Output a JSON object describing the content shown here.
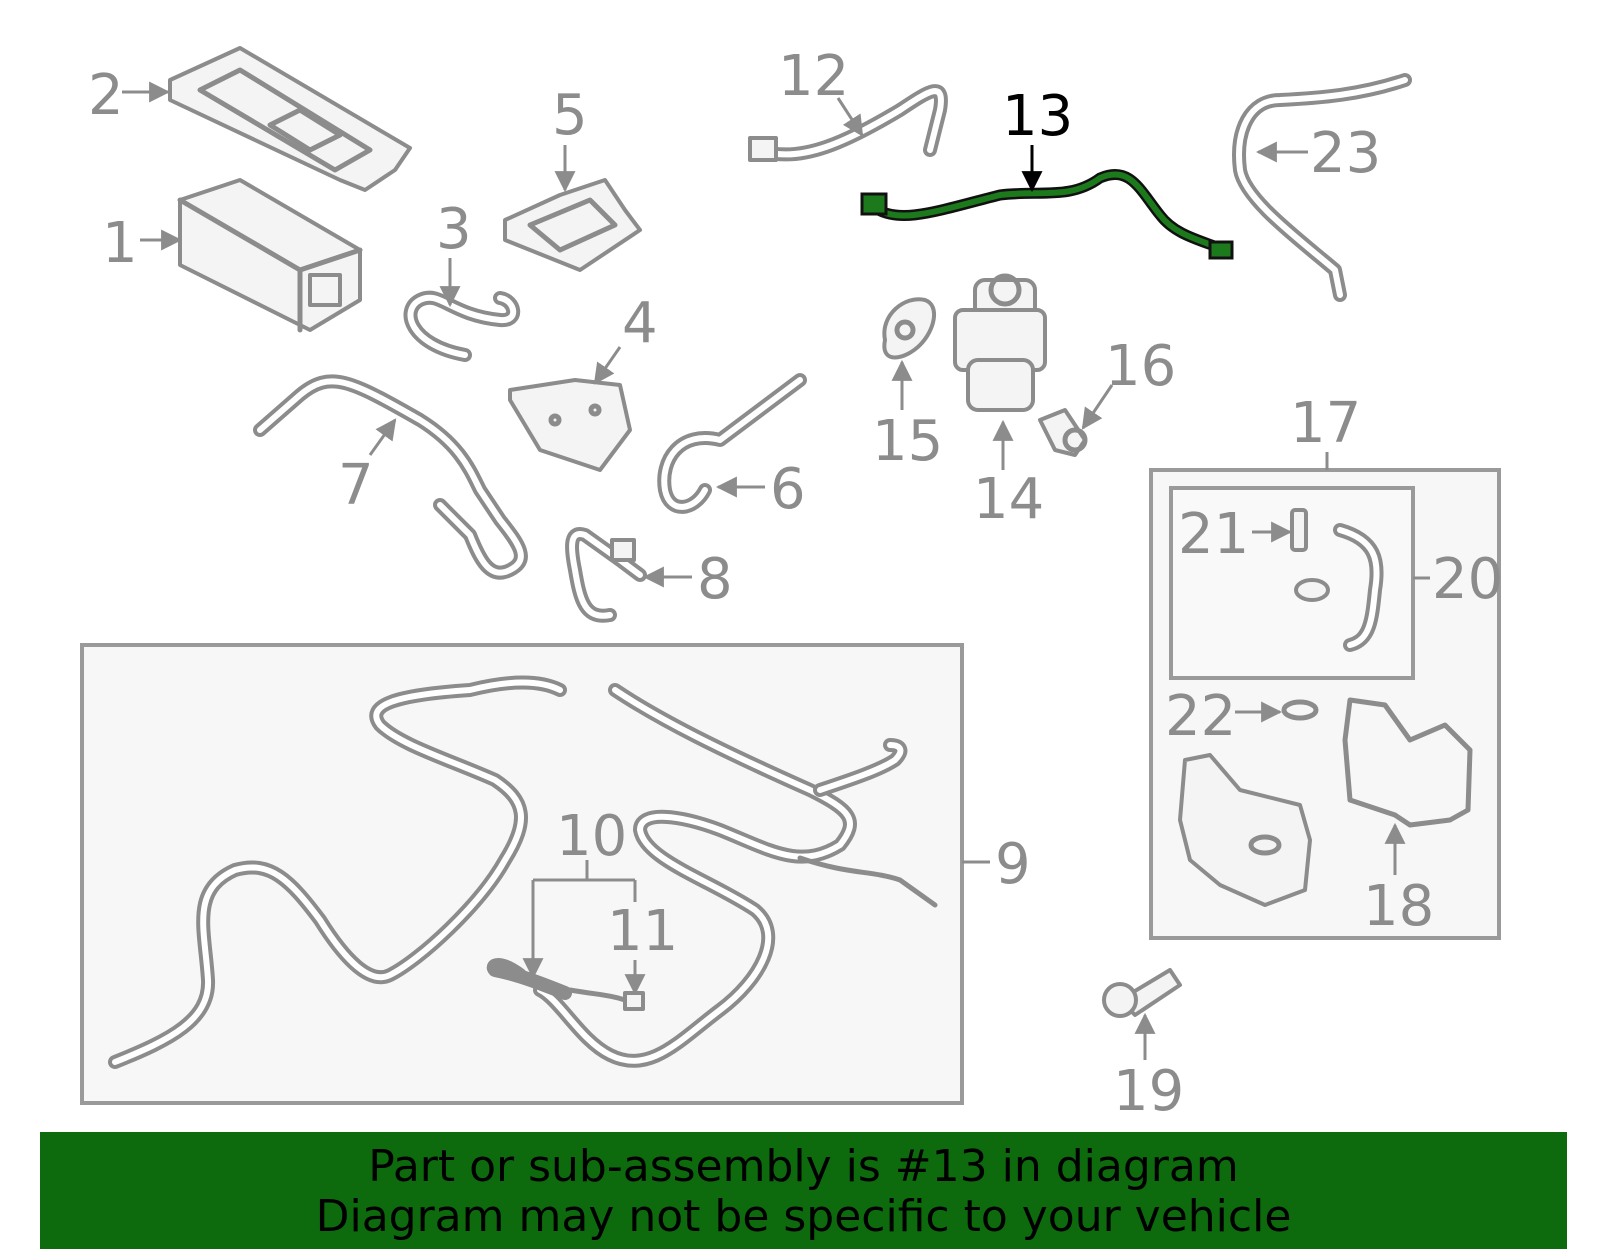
{
  "highlight_color": "#1c7a1c",
  "banner_color": "#0d6a0d",
  "callouts": [
    "1",
    "2",
    "3",
    "4",
    "5",
    "6",
    "7",
    "8",
    "9",
    "10",
    "11",
    "12",
    "13",
    "14",
    "15",
    "16",
    "17",
    "18",
    "19",
    "20",
    "21",
    "22",
    "23"
  ],
  "highlighted_callout": "13",
  "banner": {
    "line1": "Part or sub-assembly is #13 in diagram",
    "line2": "Diagram may not be specific to your vehicle"
  }
}
